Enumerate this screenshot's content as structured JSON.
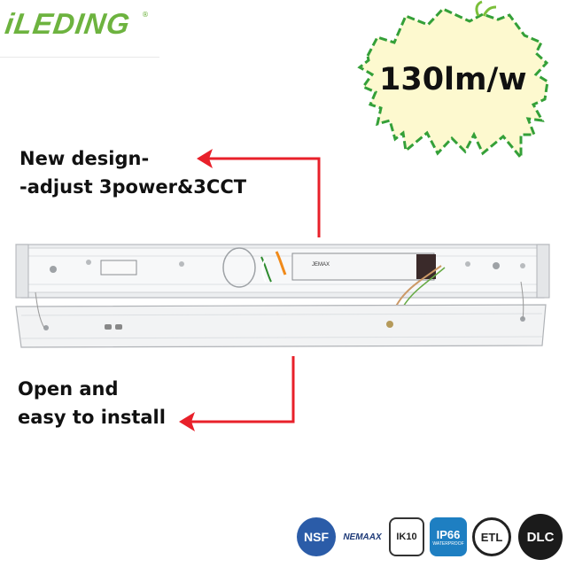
{
  "brand": {
    "name": "iLEDING",
    "mark": "®"
  },
  "badge": {
    "text": "130lm/w"
  },
  "callouts": [
    {
      "lines": [
        "New design-",
        "-adjust 3power&3CCT"
      ]
    },
    {
      "lines": [
        "Open and",
        "easy to install"
      ]
    }
  ],
  "certifications": {
    "nsf": "NSF",
    "nemaax": "NEMAAX",
    "ik": "IK10",
    "ip": "IP66",
    "ip_sub": "WATERPROOF",
    "etl": "ETL",
    "dlc": "DLC"
  },
  "driver_label": "JEMAX",
  "colors": {
    "brand_green": "#6db33f",
    "arrow_red": "#e8202a",
    "badge_fill": "#fdf9cf",
    "badge_border": "#34a038"
  }
}
